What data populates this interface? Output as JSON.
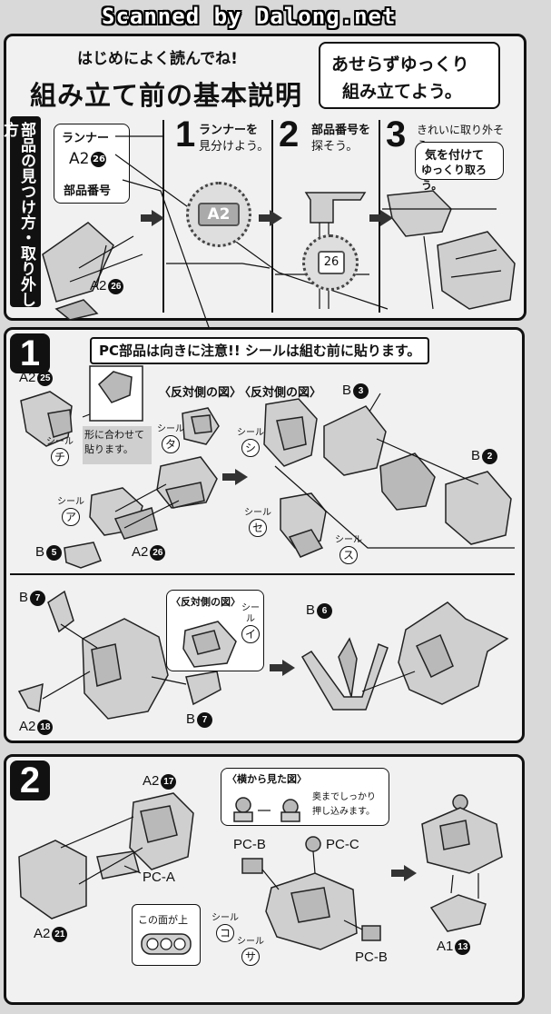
{
  "banner": {
    "text": "Scanned by Dalong.net"
  },
  "intro": {
    "subtitle": "はじめによく読んでね!",
    "title": "組み立て前の基本説明",
    "slogan_line1": "あせらずゆっくり",
    "slogan_line2": "組み立てよう。",
    "side_label": "部品の見つけ方・取り外し方",
    "legend_runner": "ランナー",
    "legend_code": "A2",
    "legend_code_num": "26",
    "legend_part_number": "部品番号",
    "bottom_code": "A2",
    "bottom_code_num": "26",
    "step1_num": "1",
    "step1_text_a": "ランナーを",
    "step1_text_b": "見分けよう。",
    "step1_tag": "A2",
    "step2_num": "2",
    "step2_text_a": "部品番号を",
    "step2_text_b": "探そう。",
    "step2_tag": "26",
    "step3_num": "3",
    "step3_text": "きれいに取り外そう。",
    "step3_note_a": "気を付けて",
    "step3_note_b": "ゆっくり取ろう。"
  },
  "section1": {
    "number": "1",
    "header": "PC部品は向きに注意!! シールは組む前に貼ります。",
    "reverse_view": "〈反対側の図〉",
    "seal_label": "シール",
    "note_shape_a": "形に合わせて",
    "note_shape_b": "貼ります。",
    "labels": {
      "a2_25": "A2",
      "n25": "25",
      "b3": "B",
      "n3": "3",
      "b2": "B",
      "n2": "2",
      "b5": "B",
      "n5": "5",
      "a2_26": "A2",
      "n26": "26",
      "b7a": "B",
      "n7a": "7",
      "b7b": "B",
      "n7b": "7",
      "a2_18": "A2",
      "n18": "18",
      "b6": "B",
      "n6": "6"
    },
    "seals": {
      "chi": "チ",
      "ta": "タ",
      "shi": "シ",
      "a": "ア",
      "se": "セ",
      "su": "ス",
      "i": "イ"
    }
  },
  "section2": {
    "number": "2",
    "side_view": "〈横から見た図〉",
    "push_note_a": "奥までしっかり",
    "push_note_b": "押し込みます。",
    "face_up": "この面が上",
    "seal_label": "シール",
    "labels": {
      "a2_17": "A2",
      "n17": "17",
      "a2_21": "A2",
      "n21": "21",
      "a1_13": "A1",
      "n13": "13",
      "pc_a": "PC-A",
      "pc_b1": "PC-B",
      "pc_b2": "PC-B",
      "pc_c": "PC-C"
    },
    "seals": {
      "ko": "コ",
      "sa": "サ"
    }
  }
}
